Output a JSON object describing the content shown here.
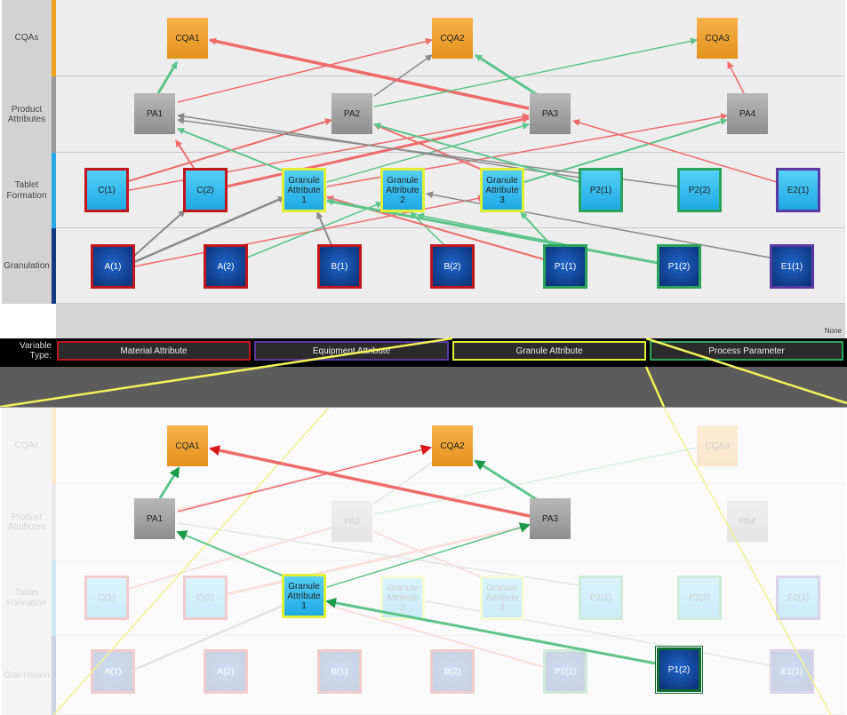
{
  "lanes": {
    "cqas": "CQAs",
    "product_attributes": "Product Attributes",
    "tablet_formation": "Tablet Formation",
    "granulation": "Granulation"
  },
  "nodes": {
    "cqa1": "CQA1",
    "cqa2": "CQA2",
    "cqa3": "CQA3",
    "pa1": "PA1",
    "pa2": "PA2",
    "pa3": "PA3",
    "pa4": "PA4",
    "c1": "C(1)",
    "c2": "C(2)",
    "ga1": "Granule Attribute 1",
    "ga2": "Granule Attribute 2",
    "ga3": "Granule Attribute 3",
    "p21": "P2(1)",
    "p22": "P2(2)",
    "e21": "E2(1)",
    "a1": "A(1)",
    "a2": "A(2)",
    "b1": "B(1)",
    "b2": "B(2)",
    "p11": "P1(1)",
    "p12": "P1(2)",
    "e11": "E1(1)"
  },
  "none_label": "None",
  "legend": {
    "title": "Variable Type:",
    "material": "Material Attribute",
    "equipment": "Equipment Attribute",
    "granule": "Granule Attribute",
    "process": "Process Parameter"
  },
  "colors": {
    "positive": "#5dc48a",
    "negative": "#ee6b6b",
    "neutral": "#8a8a8a",
    "material_border": "#c0161c",
    "equipment_border": "#5a3aa0",
    "granule_border": "#dff037",
    "process_border": "#2aa35a"
  }
}
